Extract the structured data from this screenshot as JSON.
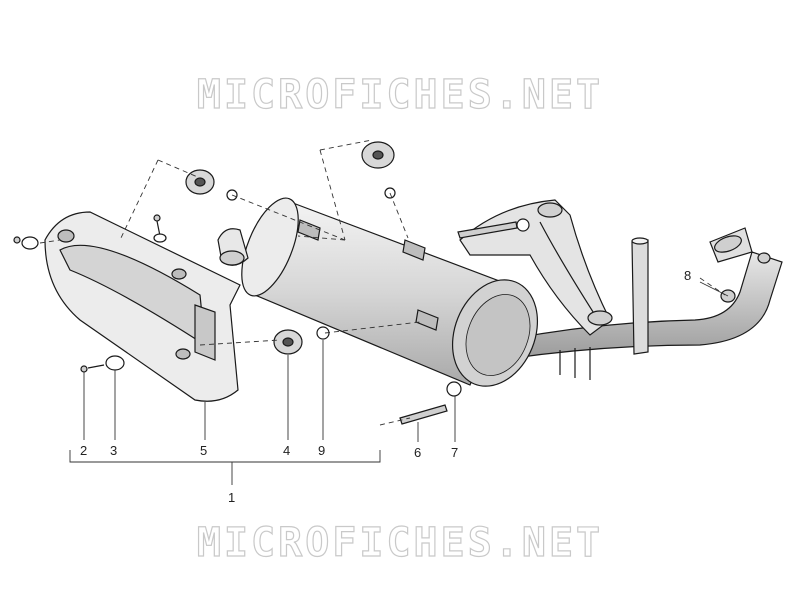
{
  "watermark": {
    "top_text": "MICROFICHES.NET",
    "bottom_text": "MICROFICHES.NET"
  },
  "callouts": {
    "c1": "1",
    "c2": "2",
    "c3": "3",
    "c4": "4",
    "c5": "5",
    "c6": "6",
    "c7": "7",
    "c8": "8",
    "c9": "9"
  },
  "colors": {
    "line": "#1a1a1a",
    "shade": "#d8d8d8",
    "watermark": "#c9c9c9"
  }
}
